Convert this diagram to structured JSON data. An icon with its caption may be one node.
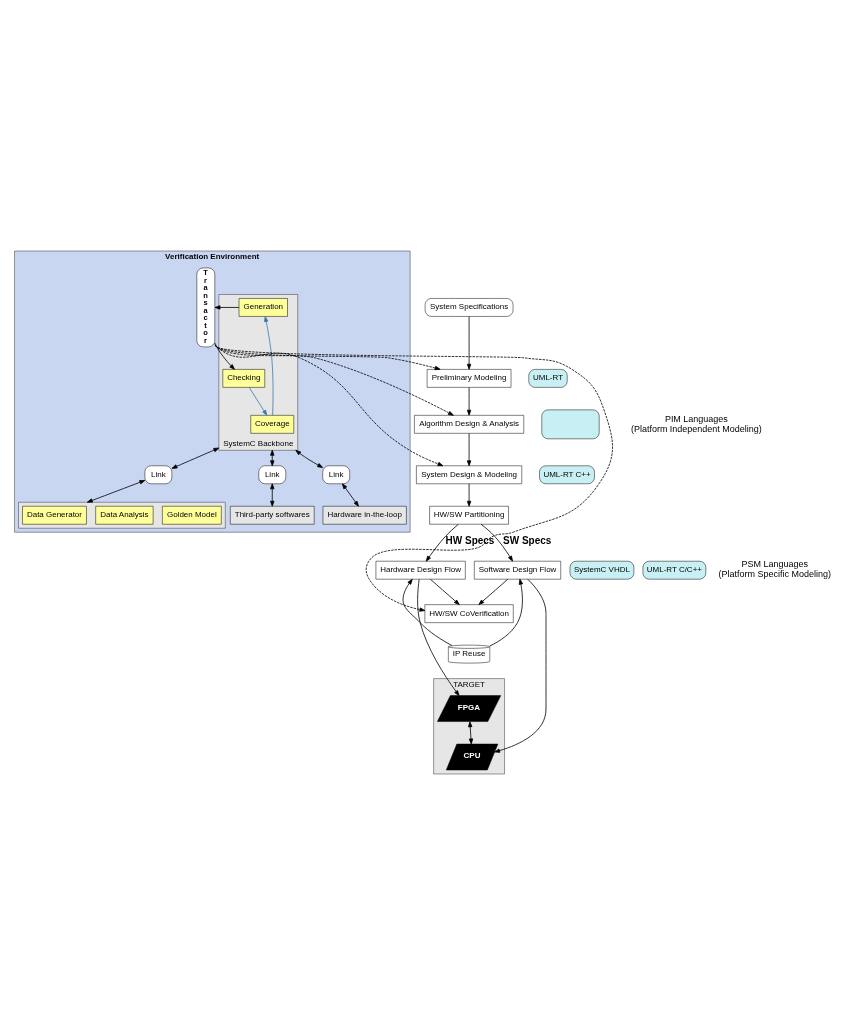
{
  "diagram": {
    "nodes": [
      {
        "text": [
          "Verification Environment"
        ]
      },
      {
        "text": [
          "SystemC Backbone"
        ],
        "in": 0
      },
      {
        "text": [
          "Generation"
        ],
        "in": 1
      },
      {
        "text": [
          "Checking"
        ],
        "in": 1
      },
      {
        "text": [
          "Coverage"
        ],
        "in": 1
      },
      {
        "text": [
          "Transactor"
        ],
        "in": 0
      },
      {
        "text": [
          "Link"
        ],
        "in": 0
      },
      {
        "text": [
          "Link"
        ],
        "in": 0
      },
      {
        "text": [
          "Link"
        ],
        "in": 0
      },
      {
        "text": [],
        "shape": "box",
        "in": 0
      },
      {
        "text": [
          "Data Generator"
        ],
        "in": 9
      },
      {
        "text": [
          "Data Analysis"
        ],
        "in": 9
      },
      {
        "text": [
          "Golden Model"
        ],
        "in": 9
      },
      {
        "text": [
          "Hardware in-the-loop"
        ],
        "in": 0
      },
      {
        "text": [
          "Third-party softwares"
        ],
        "in": 0
      },
      {
        "text": [
          "System Specifications"
        ]
      },
      {
        "text": [
          "Preliminary Modeling"
        ]
      },
      {
        "text": [
          "Algorithm Design & Analysis"
        ]
      },
      {
        "text": [
          "System Design & Modeling"
        ]
      },
      {
        "text": [
          "HW/SW Partitioning"
        ]
      },
      {
        "text": [
          "UML-RT"
        ]
      },
      {
        "text": [],
        "shape": "box"
      },
      {
        "text": [
          "UML-RT C++"
        ]
      },
      {
        "text": [
          "Hardware Design Flow"
        ]
      },
      {
        "text": [
          "HW/SW CoVerification"
        ]
      },
      {
        "text": [
          "Software Design Flow"
        ]
      },
      {
        "text": [
          "IP Reuse"
        ]
      },
      {
        "text": [
          "SystemC VHDL"
        ]
      },
      {
        "text": [
          "UML-RT C/C++"
        ]
      },
      {
        "text": [
          "TARGET"
        ]
      },
      {
        "text": [
          "FPGA"
        ],
        "in": 29
      },
      {
        "text": [
          "CPU"
        ],
        "in": 29
      }
    ],
    "edges": [
      {
        "from": 2,
        "to": 5,
        "arrow": "to"
      },
      {
        "from": 5,
        "to": 3,
        "arrow": "to"
      },
      {
        "from": 3,
        "to": 4,
        "arrow": "to",
        "color": "#3b78b0"
      },
      {
        "from": 4,
        "to": 2,
        "arrow": "to",
        "color": "#3b78b0"
      },
      {
        "from": 1,
        "to": 6,
        "arrow": "both"
      },
      {
        "from": 1,
        "to": 7,
        "arrow": "both"
      },
      {
        "from": 1,
        "to": 8,
        "arrow": "both"
      },
      {
        "from": 6,
        "to": 9,
        "arrow": "both"
      },
      {
        "from": 7,
        "to": 14,
        "arrow": "both"
      },
      {
        "from": 8,
        "to": 13,
        "arrow": "both"
      },
      {
        "from": 5,
        "to": 16,
        "arrow": "to",
        "style": "dashed"
      },
      {
        "from": 5,
        "to": 17,
        "arrow": "to",
        "style": "dashed"
      },
      {
        "from": 5,
        "to": 18,
        "arrow": "to",
        "style": "dashed"
      },
      {
        "from": 5,
        "to": 24,
        "arrow": "to",
        "style": "dashed"
      },
      {
        "from": 15,
        "to": 16,
        "arrow": "to"
      },
      {
        "from": 16,
        "to": 17,
        "arrow": "to"
      },
      {
        "from": 17,
        "to": 18,
        "arrow": "to"
      },
      {
        "from": 18,
        "to": 19,
        "arrow": "to"
      },
      {
        "from": 19,
        "to": 23,
        "arrow": "to",
        "label": "HW Specs"
      },
      {
        "from": 19,
        "to": 25,
        "arrow": "to",
        "label": "SW Specs"
      },
      {
        "from": 23,
        "to": 24,
        "arrow": "to"
      },
      {
        "from": 25,
        "to": 24,
        "arrow": "to"
      },
      {
        "from": 26,
        "to": 23,
        "arrow": "to"
      },
      {
        "from": 26,
        "to": 25,
        "arrow": "to"
      },
      {
        "from": 23,
        "to": 30,
        "arrow": "to"
      },
      {
        "from": 25,
        "to": 31,
        "arrow": "to"
      },
      {
        "from": 30,
        "to": 31,
        "arrow": "both"
      }
    ],
    "labels": [
      "PIM Languages",
      "(Platform Independent Modeling)",
      "PSM Languages",
      "(Platform Specific Modeling)"
    ]
  }
}
